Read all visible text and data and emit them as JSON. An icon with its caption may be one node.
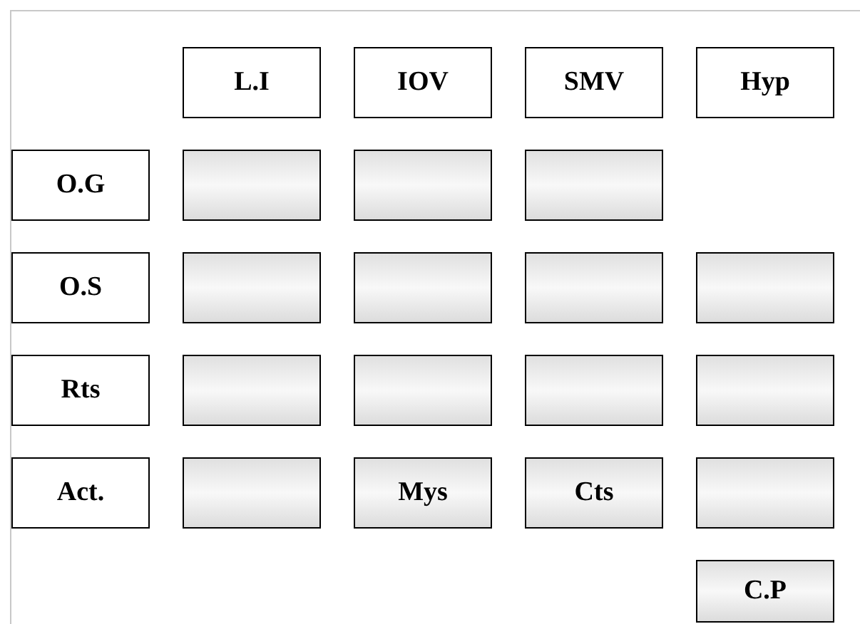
{
  "diagram": {
    "nodes": [
      {
        "text": [
          "L.I"
        ]
      },
      {
        "text": [
          "IOV"
        ]
      },
      {
        "text": [
          "SMV"
        ]
      },
      {
        "text": [
          "Hyp"
        ]
      },
      {
        "text": [
          "O.G"
        ]
      },
      {
        "text": [],
        "shape": "box"
      },
      {
        "text": [],
        "shape": "box"
      },
      {
        "text": [],
        "shape": "box"
      },
      {
        "text": [
          "O.S"
        ]
      },
      {
        "text": [],
        "shape": "box"
      },
      {
        "text": [],
        "shape": "box"
      },
      {
        "text": [],
        "shape": "box"
      },
      {
        "text": [],
        "shape": "box"
      },
      {
        "text": [
          "Rts"
        ]
      },
      {
        "text": [],
        "shape": "box"
      },
      {
        "text": [],
        "shape": "box"
      },
      {
        "text": [],
        "shape": "box"
      },
      {
        "text": [],
        "shape": "box"
      },
      {
        "text": [
          "Act."
        ]
      },
      {
        "text": [],
        "shape": "box"
      },
      {
        "text": [
          "Mys"
        ]
      },
      {
        "text": [
          "Cts"
        ]
      },
      {
        "text": [],
        "shape": "box"
      },
      {
        "text": [
          "C.P"
        ]
      }
    ]
  }
}
